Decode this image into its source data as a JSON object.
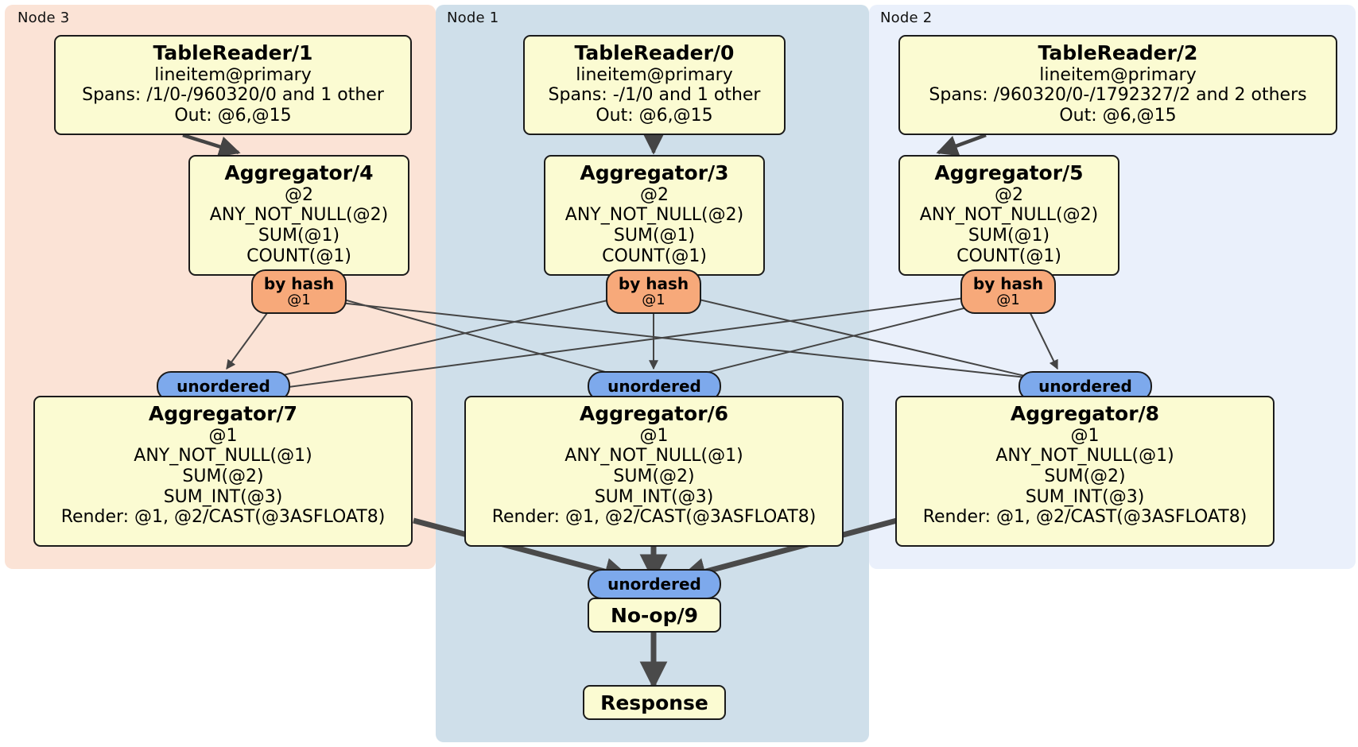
{
  "diagram": {
    "type": "distributed-query-plan",
    "title_present": false
  },
  "nodes": [
    {
      "id": "node3",
      "label": "Node 3",
      "color": "#fbe3d6"
    },
    {
      "id": "node1",
      "label": "Node 1",
      "color": "#cfdfea"
    },
    {
      "id": "node2",
      "label": "Node 2",
      "color": "#eaf0fb"
    }
  ],
  "processors": {
    "table_reader_1": {
      "title": "TableReader/1",
      "lines": [
        "lineitem@primary",
        "Spans: /1/0-/960320/0 and 1 other",
        "Out: @6,@15"
      ]
    },
    "table_reader_0": {
      "title": "TableReader/0",
      "lines": [
        "lineitem@primary",
        "Spans: -/1/0 and 1 other",
        "Out: @6,@15"
      ]
    },
    "table_reader_2": {
      "title": "TableReader/2",
      "lines": [
        "lineitem@primary",
        "Spans: /960320/0-/1792327/2 and 2 others",
        "Out: @6,@15"
      ]
    },
    "aggregator_4": {
      "title": "Aggregator/4",
      "lines": [
        "@2",
        "ANY_NOT_NULL(@2)",
        "SUM(@1)",
        "COUNT(@1)"
      ]
    },
    "aggregator_3": {
      "title": "Aggregator/3",
      "lines": [
        "@2",
        "ANY_NOT_NULL(@2)",
        "SUM(@1)",
        "COUNT(@1)"
      ]
    },
    "aggregator_5": {
      "title": "Aggregator/5",
      "lines": [
        "@2",
        "ANY_NOT_NULL(@2)",
        "SUM(@1)",
        "COUNT(@1)"
      ]
    },
    "aggregator_7": {
      "title": "Aggregator/7",
      "lines": [
        "@1",
        "ANY_NOT_NULL(@1)",
        "SUM(@2)",
        "SUM_INT(@3)",
        "Render: @1, @2/CAST(@3ASFLOAT8)"
      ]
    },
    "aggregator_6": {
      "title": "Aggregator/6",
      "lines": [
        "@1",
        "ANY_NOT_NULL(@1)",
        "SUM(@2)",
        "SUM_INT(@3)",
        "Render: @1, @2/CAST(@3ASFLOAT8)"
      ]
    },
    "aggregator_8": {
      "title": "Aggregator/8",
      "lines": [
        "@1",
        "ANY_NOT_NULL(@1)",
        "SUM(@2)",
        "SUM_INT(@3)",
        "Render: @1, @2/CAST(@3ASFLOAT8)"
      ]
    },
    "noop_9": {
      "title": "No-op/9"
    },
    "response": {
      "title": "Response"
    }
  },
  "routers": {
    "hash_left": {
      "label": "by hash",
      "sub": "@1"
    },
    "hash_center": {
      "label": "by hash",
      "sub": "@1"
    },
    "hash_right": {
      "label": "by hash",
      "sub": "@1"
    }
  },
  "synchronizers": {
    "unordered_left": {
      "label": "unordered"
    },
    "unordered_center": {
      "label": "unordered"
    },
    "unordered_right": {
      "label": "unordered"
    },
    "unordered_final": {
      "label": "unordered"
    }
  },
  "colors": {
    "processor_fill": "#fbfbd2",
    "router_fill": "#f7a97a",
    "sync_fill": "#7da9ec",
    "node3_fill": "#fbe3d6",
    "node1_fill": "#cfdfea",
    "node2_fill": "#eaf0fb",
    "stroke": "#1b1b1b",
    "edge": "#444444"
  }
}
